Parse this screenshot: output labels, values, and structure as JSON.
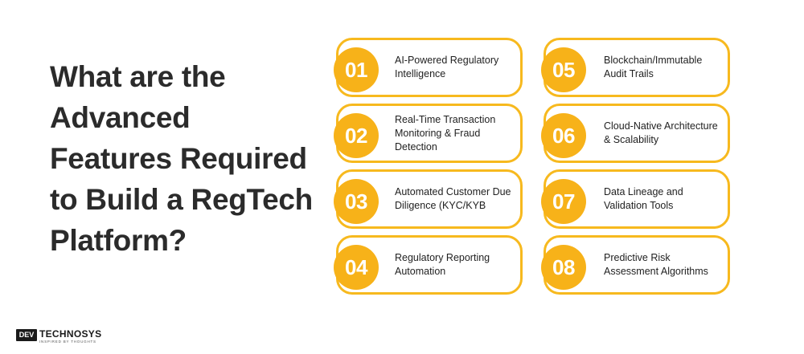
{
  "title": "What are the Advanced Features Required to Build a RegTech Platform?",
  "features": [
    {
      "number": "01",
      "text": "AI-Powered Regulatory Intelligence"
    },
    {
      "number": "02",
      "text": "Real-Time Transaction Monitoring & Fraud Detection"
    },
    {
      "number": "03",
      "text": "Automated Customer Due Diligence (KYC/KYB"
    },
    {
      "number": "04",
      "text": "Regulatory Reporting Automation"
    },
    {
      "number": "05",
      "text": "Blockchain/Immutable Audit Trails"
    },
    {
      "number": "06",
      "text": "Cloud-Native Architecture & Scalability"
    },
    {
      "number": "07",
      "text": "Data Lineage and Validation Tools"
    },
    {
      "number": "08",
      "text": "Predictive Risk Assessment Algorithms"
    }
  ],
  "logo": {
    "mark": "DEV",
    "name": "TECHNOSYS",
    "tagline": "INSPIRED BY THOUGHTS"
  },
  "colors": {
    "accent": "#f7b219",
    "title": "#2b2b2b"
  }
}
